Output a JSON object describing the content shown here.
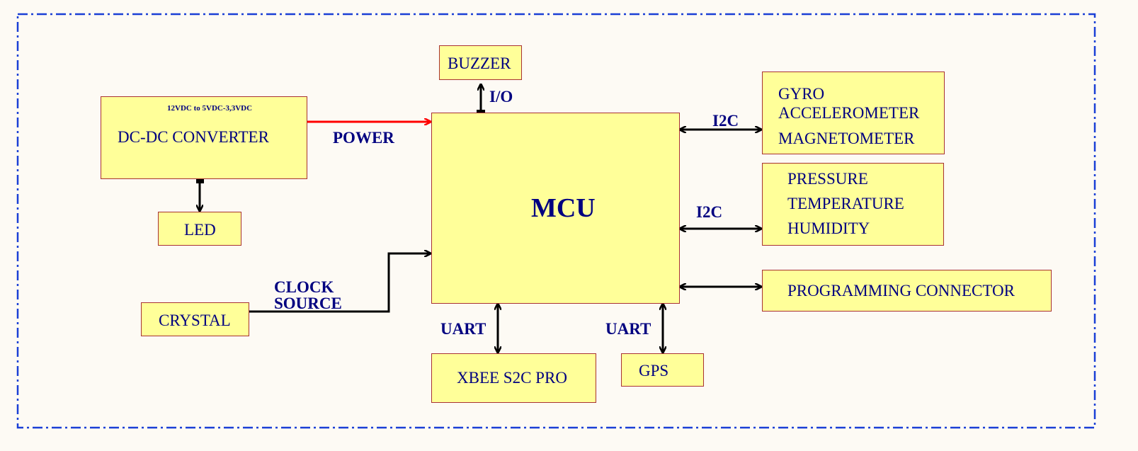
{
  "colors": {
    "block_fill": "#ffff99",
    "block_border": "#a83232",
    "text": "#000080",
    "power_arrow": "#ff0000",
    "frame": "#1a3fd6",
    "background": "#fdfaf4"
  },
  "blocks": {
    "dcdc": {
      "subtitle": "12VDC to 5VDC-3,3VDC",
      "title": "DC-DC CONVERTER"
    },
    "led": {
      "label": "LED"
    },
    "crystal": {
      "label": "CRYSTAL"
    },
    "buzzer": {
      "label": "BUZZER"
    },
    "mcu": {
      "label": "MCU"
    },
    "imu": {
      "lines": [
        "GYRO",
        "ACCELEROMETER",
        "MAGNETOMETER"
      ]
    },
    "env": {
      "lines": [
        "PRESSURE",
        "TEMPERATURE",
        "HUMIDITY"
      ]
    },
    "prog": {
      "label": "PROGRAMMING CONNECTOR"
    },
    "xbee": {
      "label": "XBEE S2C PRO"
    },
    "gps": {
      "label": "GPS"
    }
  },
  "links": {
    "power": "POWER",
    "io": "I/O",
    "i2c_1": "I2C",
    "i2c_2": "I2C",
    "clock": [
      "CLOCK",
      "SOURCE"
    ],
    "uart_xbee": "UART",
    "uart_gps": "UART"
  }
}
